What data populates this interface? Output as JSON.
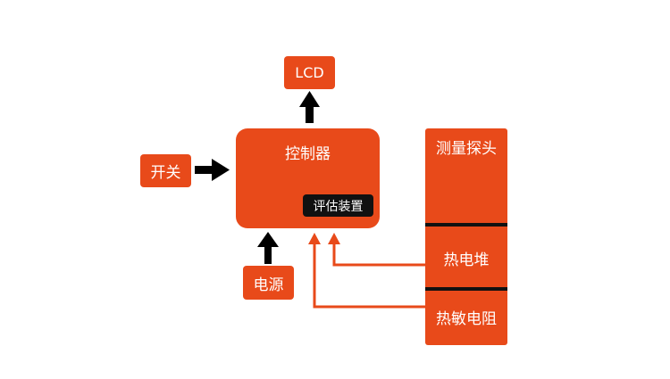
{
  "diagram": {
    "lcd": "LCD",
    "switch": "开关",
    "power": "电源",
    "controller": "控制器",
    "evaluator": "评估装置",
    "probe": "测量探头",
    "thermopile": "热电堆",
    "thermistor": "热敏电阻"
  },
  "colors": {
    "block": "#e84a1a",
    "arrow_black": "#000000",
    "evaluator_bg": "#111111",
    "text": "#ffffff"
  }
}
